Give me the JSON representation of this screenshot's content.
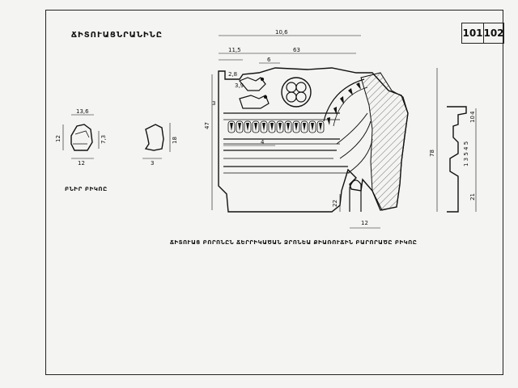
{
  "header": {
    "title": "ՃԻՏՈՒԱՑՆՐԱՆԻՆԸ",
    "plate_left": "101",
    "plate_right": "102"
  },
  "captions": {
    "profile": "ԲՆԻՐ ԲԻԿՈԸ",
    "main": "ՃԻՏՈՒԱՑ ԲՈՐՈՆԸՆ ՃԵՐՐԻԿԱԾԱՆ ՁՐՈՆԵԱ ՔԻԱՌՈՒՃԻՆ ԲԱՐՈՐԱԾԸ ԲԻԿՈԸ"
  },
  "dimensions": {
    "d_106": "10,6",
    "d_63": "63",
    "d_115": "11,5",
    "d_6": "6",
    "d_28": "2,8",
    "d_39": "3,9",
    "d_3": "3",
    "d_47": "47",
    "d_4": "4",
    "d_12": "12",
    "d_22": "22",
    "d_136": "13,6",
    "d_12b": "12",
    "d_73": "7,3",
    "d_12c": "12",
    "d_18": "18",
    "d_3b": "3",
    "d_78": "78",
    "d_10": "10",
    "d_4b": "4",
    "d_21": "21",
    "d_steps": "1 3 5 4 5"
  }
}
